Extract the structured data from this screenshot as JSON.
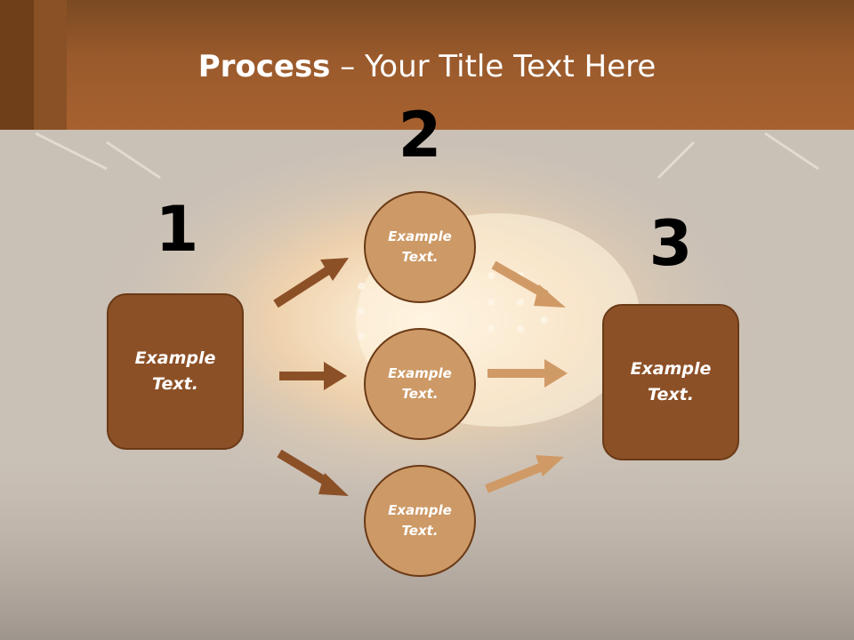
{
  "slide": {
    "title_bold": "Process",
    "title_rest": " – Your Title Text Here"
  },
  "steps": {
    "one": {
      "number": "1",
      "text": "Example Text."
    },
    "two": {
      "number": "2"
    },
    "three": {
      "number": "3",
      "text": "Example Text."
    }
  },
  "circles": [
    {
      "text": "Example Text."
    },
    {
      "text": "Example Text."
    },
    {
      "text": "Example Text."
    }
  ],
  "colors": {
    "header": "#a7612f",
    "box_fill": "#8c5027",
    "circle_fill": "#cd9966",
    "dark_arrow": "#8c5027",
    "light_arrow": "#d09a66"
  }
}
